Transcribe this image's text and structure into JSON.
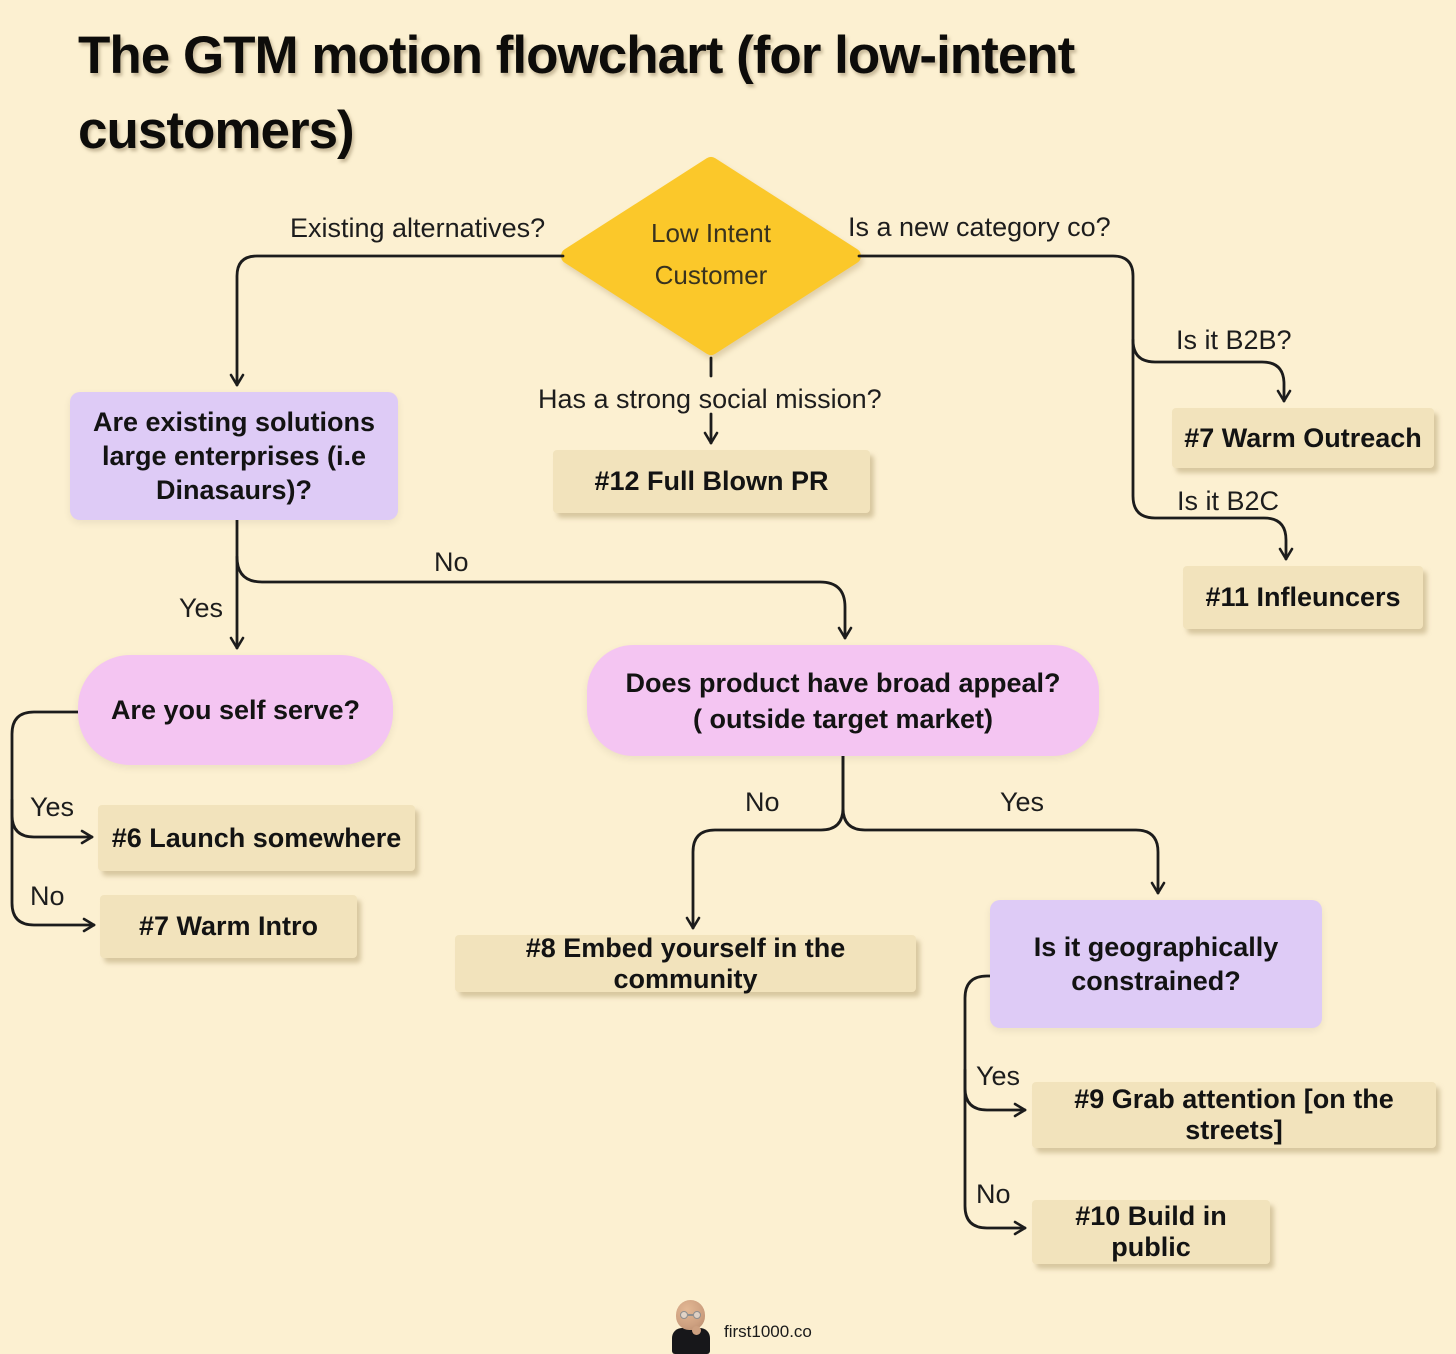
{
  "page": {
    "title": "The GTM motion flowchart (for low-intent customers)"
  },
  "colors": {
    "background": "#FCF0D1",
    "diamond_fill": "#FBC82A",
    "purple_node": "#DECBF6",
    "pink_node": "#F4C5F2",
    "tan_node": "#F2E3BC",
    "connector": "#1C1C1C",
    "text": "#131313"
  },
  "diamond": {
    "line1": "Low Intent",
    "line2": "Customer"
  },
  "edge_labels": {
    "existing_alternatives": "Existing alternatives?",
    "new_category": "Is a new category co?",
    "social_mission": "Has a strong social mission?",
    "b2b": "Is it B2B?",
    "b2c": "Is it B2C",
    "yes_to_self_serve": "Yes",
    "no_to_broad_appeal": "No",
    "yes_to_launch": "Yes",
    "no_to_warm_intro": "No",
    "no_to_embed": "No",
    "yes_to_geo": "Yes",
    "yes_to_grab": "Yes",
    "no_to_build": "No"
  },
  "nodes": {
    "existing_solutions": {
      "label": "Are existing solutions large enterprises (i.e Dinasaurs)?"
    },
    "full_blown_pr": {
      "label": "#12 Full Blown PR"
    },
    "warm_outreach": {
      "label": "#7 Warm Outreach"
    },
    "influencers": {
      "label": "#11 Infleuncers"
    },
    "self_serve": {
      "label": "Are you self serve?"
    },
    "broad_appeal": {
      "line1": "Does product have broad appeal?",
      "line2": "( outside target market)"
    },
    "launch_somewhere": {
      "label": "#6 Launch somewhere"
    },
    "warm_intro": {
      "label": "#7 Warm Intro"
    },
    "embed_community": {
      "label": "#8 Embed yourself in the community"
    },
    "geo_constrained": {
      "line1": "Is it geographically",
      "line2": "constrained?"
    },
    "grab_attention": {
      "label": "#9 Grab attention [on the streets]"
    },
    "build_in_public": {
      "label": "#10 Build in public"
    }
  },
  "footer": {
    "brand": "first1000.co"
  }
}
